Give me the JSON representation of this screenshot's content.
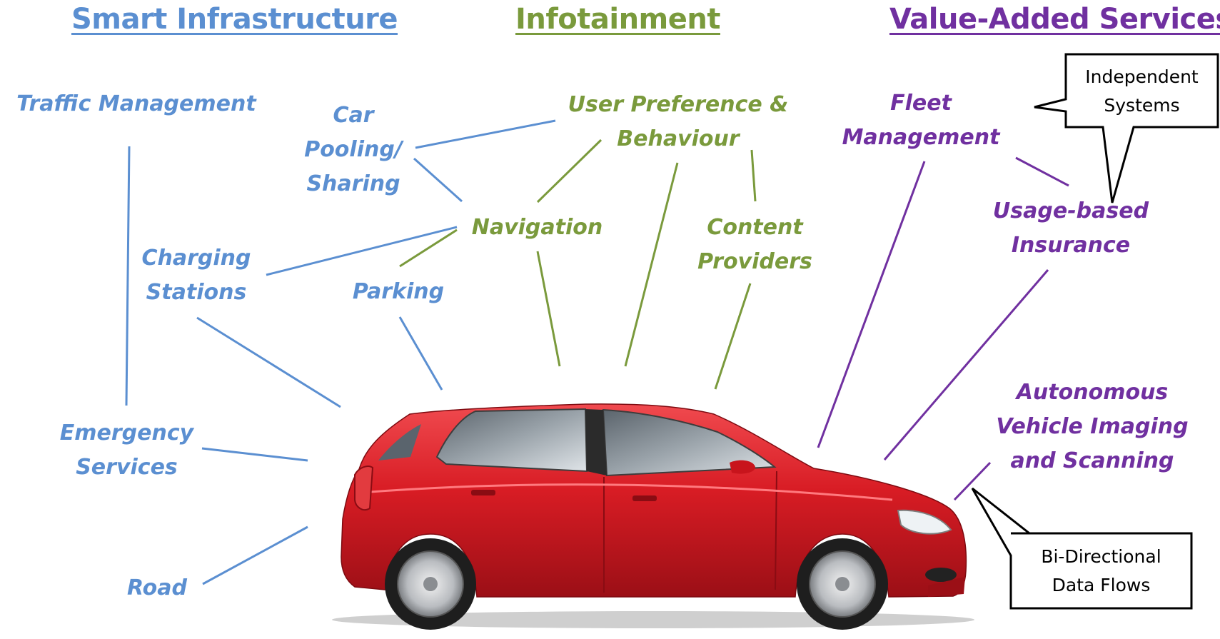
{
  "headings": {
    "smart_infrastructure": "Smart Infrastructure",
    "infotainment": "Infotainment",
    "value_added": "Value-Added Services"
  },
  "smart_infrastructure": {
    "traffic_management": "Traffic Management",
    "car_pooling": [
      "Car",
      "Pooling/",
      "Sharing"
    ],
    "charging_stations": [
      "Charging",
      "Stations"
    ],
    "parking": "Parking",
    "emergency_services": [
      "Emergency",
      "Services"
    ],
    "road": "Road"
  },
  "infotainment": {
    "user_preference": [
      "User Preference &",
      "Behaviour"
    ],
    "navigation": "Navigation",
    "content_providers": [
      "Content",
      "Providers"
    ]
  },
  "value_added": {
    "fleet_management": [
      "Fleet",
      "Management"
    ],
    "usage_insurance": [
      "Usage-based",
      "Insurance"
    ],
    "autonomous": [
      "Autonomous",
      "Vehicle Imaging",
      "and Scanning"
    ]
  },
  "callouts": {
    "independent": [
      "Independent",
      "Systems"
    ],
    "bidirectional": [
      "Bi-Directional",
      "Data Flows"
    ]
  },
  "colors": {
    "smart_infrastructure": "#5b8fd1",
    "infotainment": "#7a9a3c",
    "value_added": "#7030a0",
    "car_body": "#d81c24"
  }
}
